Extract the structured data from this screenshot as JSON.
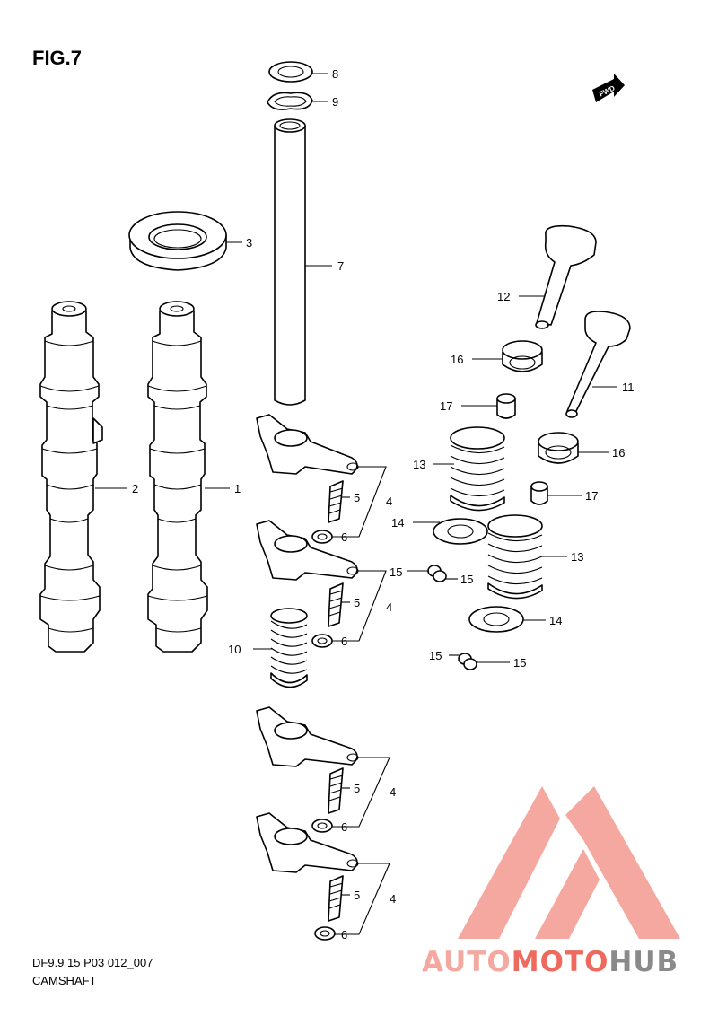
{
  "figure": {
    "title": "FIG.7"
  },
  "fwd_badge": "FWD",
  "footer": {
    "model_code": "DF9.9 15 P03 012_007",
    "section_name": "CAMSHAFT"
  },
  "watermark": {
    "part1": "AUTO",
    "part2": "MOTO",
    "part3": "HUB",
    "accent": "#f4a8a0",
    "accent_dark": "#ee6a5e",
    "gray": "#8a8a8a"
  },
  "callouts": [
    {
      "num": "8"
    },
    {
      "num": "9"
    },
    {
      "num": "3"
    },
    {
      "num": "7"
    },
    {
      "num": "12"
    },
    {
      "num": "16"
    },
    {
      "num": "11"
    },
    {
      "num": "17"
    },
    {
      "num": "2"
    },
    {
      "num": "1"
    },
    {
      "num": "13"
    },
    {
      "num": "16"
    },
    {
      "num": "5"
    },
    {
      "num": "4"
    },
    {
      "num": "17"
    },
    {
      "num": "14"
    },
    {
      "num": "6"
    },
    {
      "num": "15"
    },
    {
      "num": "15"
    },
    {
      "num": "13"
    },
    {
      "num": "5"
    },
    {
      "num": "4"
    },
    {
      "num": "14"
    },
    {
      "num": "10"
    },
    {
      "num": "6"
    },
    {
      "num": "15"
    },
    {
      "num": "15"
    },
    {
      "num": "5"
    },
    {
      "num": "4"
    },
    {
      "num": "6"
    },
    {
      "num": "5"
    },
    {
      "num": "4"
    },
    {
      "num": "6"
    }
  ]
}
